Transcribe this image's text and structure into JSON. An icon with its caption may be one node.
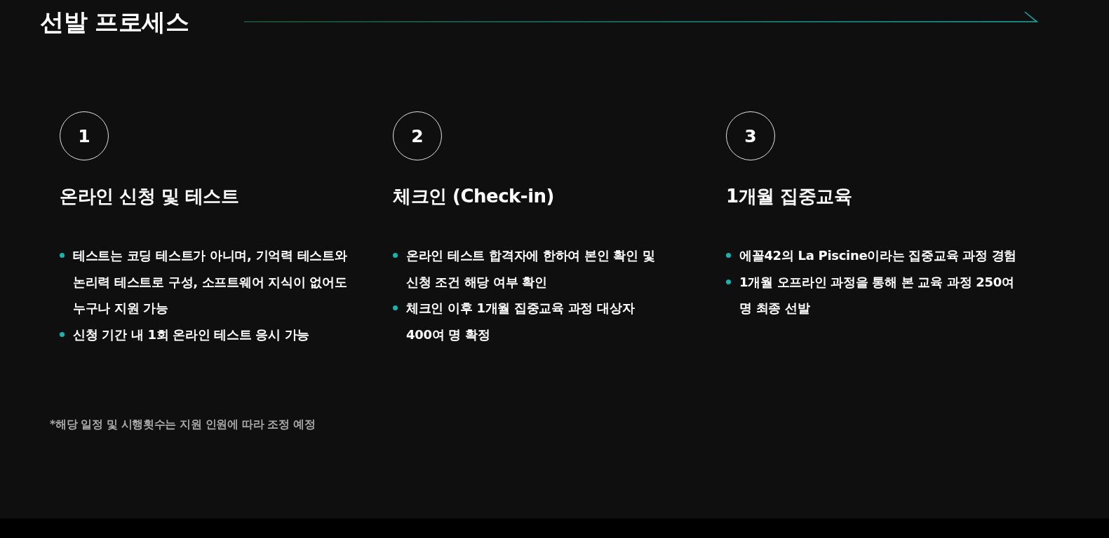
{
  "diagram": {
    "title": "선발 프로세스",
    "nodes": [
      {
        "text": [
          "1"
        ],
        "beside": [
          "온라인 신청 및 테스트",
          "테스트는 코딩 테스트가 아니며, 기억력 테스트와 논리력 테스트로 구성, 소프트웨어 지식이 없어도 누구나 지원 가능",
          "신청 기간 내 1회 온라인 테스트 응시 가능"
        ]
      },
      {
        "text": [
          "2"
        ],
        "beside": [
          "체크인 (Check-in)",
          "온라인 테스트 합격자에 한하여 본인 확인 및 신청 조건 해당 여부 확인",
          "체크인 이후 1개월 집중교육 과정 대상자 400여 명 확정"
        ]
      },
      {
        "text": [
          "3"
        ],
        "beside": [
          "1개월 집중교육",
          "에꼴42의 La Piscine이라는 집중교육 과정 경험",
          "1개월 오프라인 과정을 통해 본 교육 과정 250여 명 최종 선발"
        ]
      }
    ],
    "labels": [
      "*해당 일정 및 시행횟수는 지원 인원에 따라 조정 예정"
    ]
  }
}
